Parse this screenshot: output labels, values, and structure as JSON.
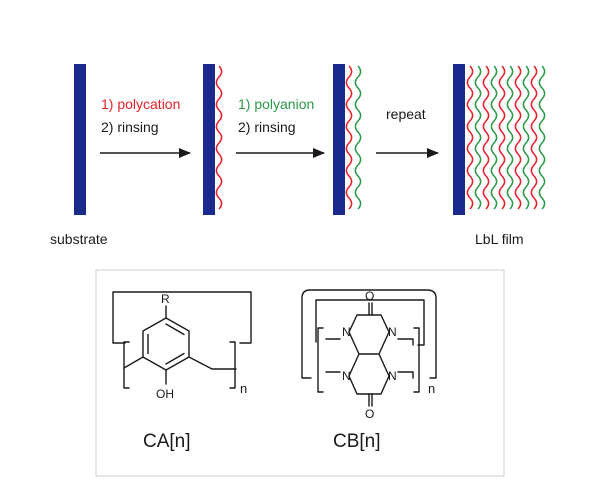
{
  "colors": {
    "substrate": "#1a2a8c",
    "polycation": "#e8202a",
    "polyanion": "#2a9a48",
    "ink": "#1a1a1a",
    "panel_border": "#cfcfcf"
  },
  "process": {
    "step1": {
      "line1": "1) polycation",
      "line2": "2) rinsing"
    },
    "step2": {
      "line1": "1) polyanion",
      "line2": "2) rinsing"
    },
    "step3": {
      "label": "repeat"
    },
    "labels": {
      "substrate": "substrate",
      "film": "LbL film"
    }
  },
  "structures": {
    "ca": {
      "substituent": "R",
      "hydroxyl": "OH",
      "subscript": "n",
      "name": "CA[n]"
    },
    "cb": {
      "oxygen": "O",
      "nitrogen": "N",
      "subscript": "n",
      "name": "CB[n]"
    }
  }
}
